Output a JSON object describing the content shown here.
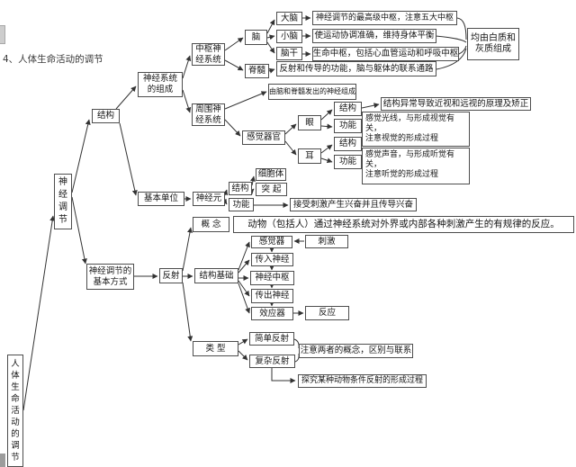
{
  "diagram": {
    "title": "4、人体生命活动的调节",
    "colors": {
      "line": "#333333",
      "border": "#4d4d4d",
      "text": "#141414",
      "background": "#ffffff"
    },
    "nodes": {
      "root": "人体生命活动的调节",
      "shenjingtiaojie": "神经调节",
      "jiegou": "结构",
      "xitong_zucheng": "神经系统的组成",
      "jiben_danwei": "基本单位",
      "zhongshu_xitong": "中枢神经系统",
      "zhouwei_xitong": "周围神经系统",
      "nao": "脑",
      "jisui": "脊髓",
      "danao": "大脑",
      "xiaonao": "小脑",
      "naogan": "脑干",
      "danao_desc": "神经调节的最高级中枢，注意五大中枢",
      "xiaonao_desc": "使运动协调准确，维持身体平衡",
      "naogan_desc": "生命中枢，包括心血管运动和呼吸中枢",
      "jisui_desc": "反射和传导的功能，脑与躯体的联系通路",
      "junyou": "均由白质和灰质组成",
      "zhouwei_desc": "由脑和脊髓发出的神经组成",
      "ganjue_qiguan": "感觉器官",
      "yan": "眼",
      "er": "耳",
      "yan_jiegou": "结构",
      "yan_gongneng": "功能",
      "er_jiegou": "结构",
      "er_gongneng": "功能",
      "jinshi_desc": "结构异常导致近视和远视的原理及矫正",
      "eye_func_desc": "感觉光线，与形成视觉有关，\n注意视觉的形成过程",
      "ear_func_desc": "感觉声音，与形成听觉有关，\n注意听觉的形成过程",
      "shenjingyuan": "神经元",
      "n_jiegou": "结构",
      "n_gongneng": "功能",
      "xibaoti": "细胞体",
      "tuqi": "突 起",
      "jieshou_desc": "接受刺激产生兴奋并且传导兴奋",
      "gainian": "概  念",
      "gainian_desc": "动物（包括人）通过神经系统对外界或内部各种刺激产生的有规律的反应。",
      "jiben_fangshi": "神经调节的基本方式",
      "fanshe": "反射",
      "jiegou_jichu": "结构基础",
      "ganjueqi": "感觉器",
      "ciji": "刺激",
      "chuanru": "传入神经",
      "shenjing_zhongshu": "神经中枢",
      "chuanchu": "传出神经",
      "xiaoyingqi": "效应器",
      "fanying": "反应",
      "leixing": "类  型",
      "jiandan_fanshe": "简单反射",
      "fuza_fanshe": "复杂反射",
      "zhuyi_desc": "注意两者的概念，区别与联系",
      "tanjiu_desc": "探究某种动物条件反射的形成过程"
    }
  }
}
